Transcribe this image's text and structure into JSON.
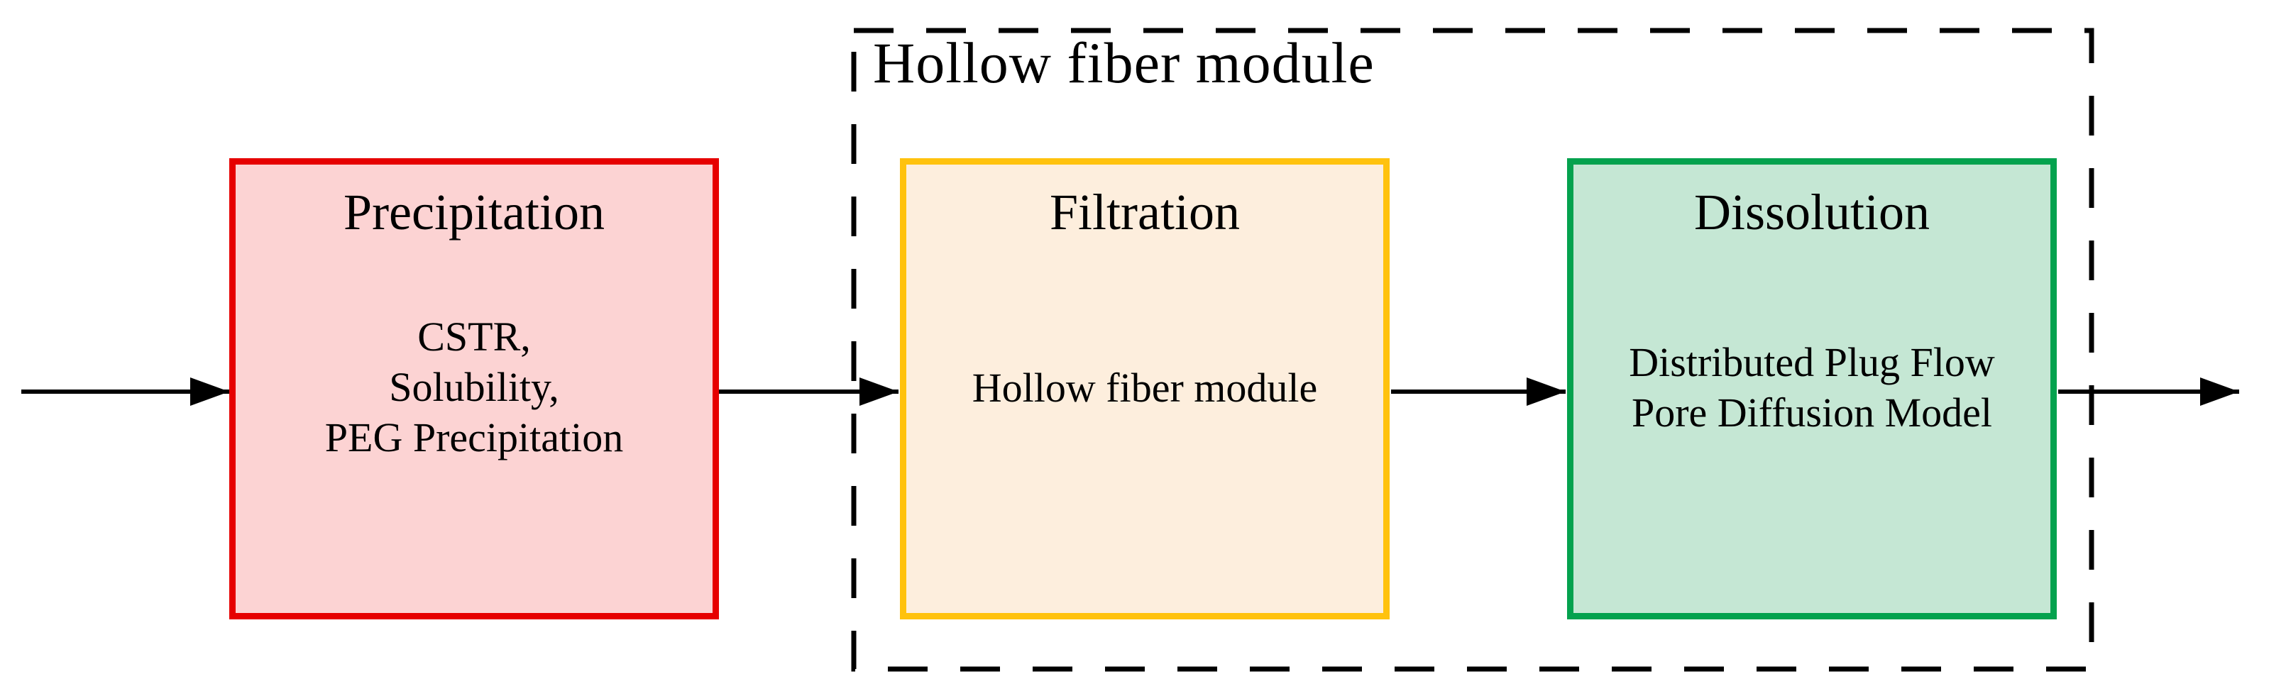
{
  "diagram": {
    "group": {
      "label": "Hollow fiber module",
      "border_style": "dashed",
      "border_color": "#000000"
    },
    "boxes": [
      {
        "id": "precipitation",
        "title": "Precipitation",
        "lines": [
          "CSTR,",
          "Solubility,",
          "PEG Precipitation"
        ],
        "border_color": "#e60000",
        "fill_color": "#fcd3d3"
      },
      {
        "id": "filtration",
        "title": "Filtration",
        "lines": [
          "Hollow fiber module"
        ],
        "border_color": "#ffc20e",
        "fill_color": "#fdeedd"
      },
      {
        "id": "dissolution",
        "title": "Dissolution",
        "lines": [
          "Distributed Plug Flow",
          "Pore Diffusion Model"
        ],
        "border_color": "#04a24e",
        "fill_color": "#c5e7d4"
      }
    ],
    "arrows": [
      {
        "id": "inlet-arrow",
        "from": "inlet",
        "to": "precipitation"
      },
      {
        "id": "precipitation-to-filtration-arrow",
        "from": "precipitation",
        "to": "filtration"
      },
      {
        "id": "filtration-to-dissolution-arrow",
        "from": "filtration",
        "to": "dissolution"
      },
      {
        "id": "outlet-arrow",
        "from": "dissolution",
        "to": "outlet"
      }
    ],
    "arrow_color": "#000000",
    "background_color": "#ffffff"
  }
}
